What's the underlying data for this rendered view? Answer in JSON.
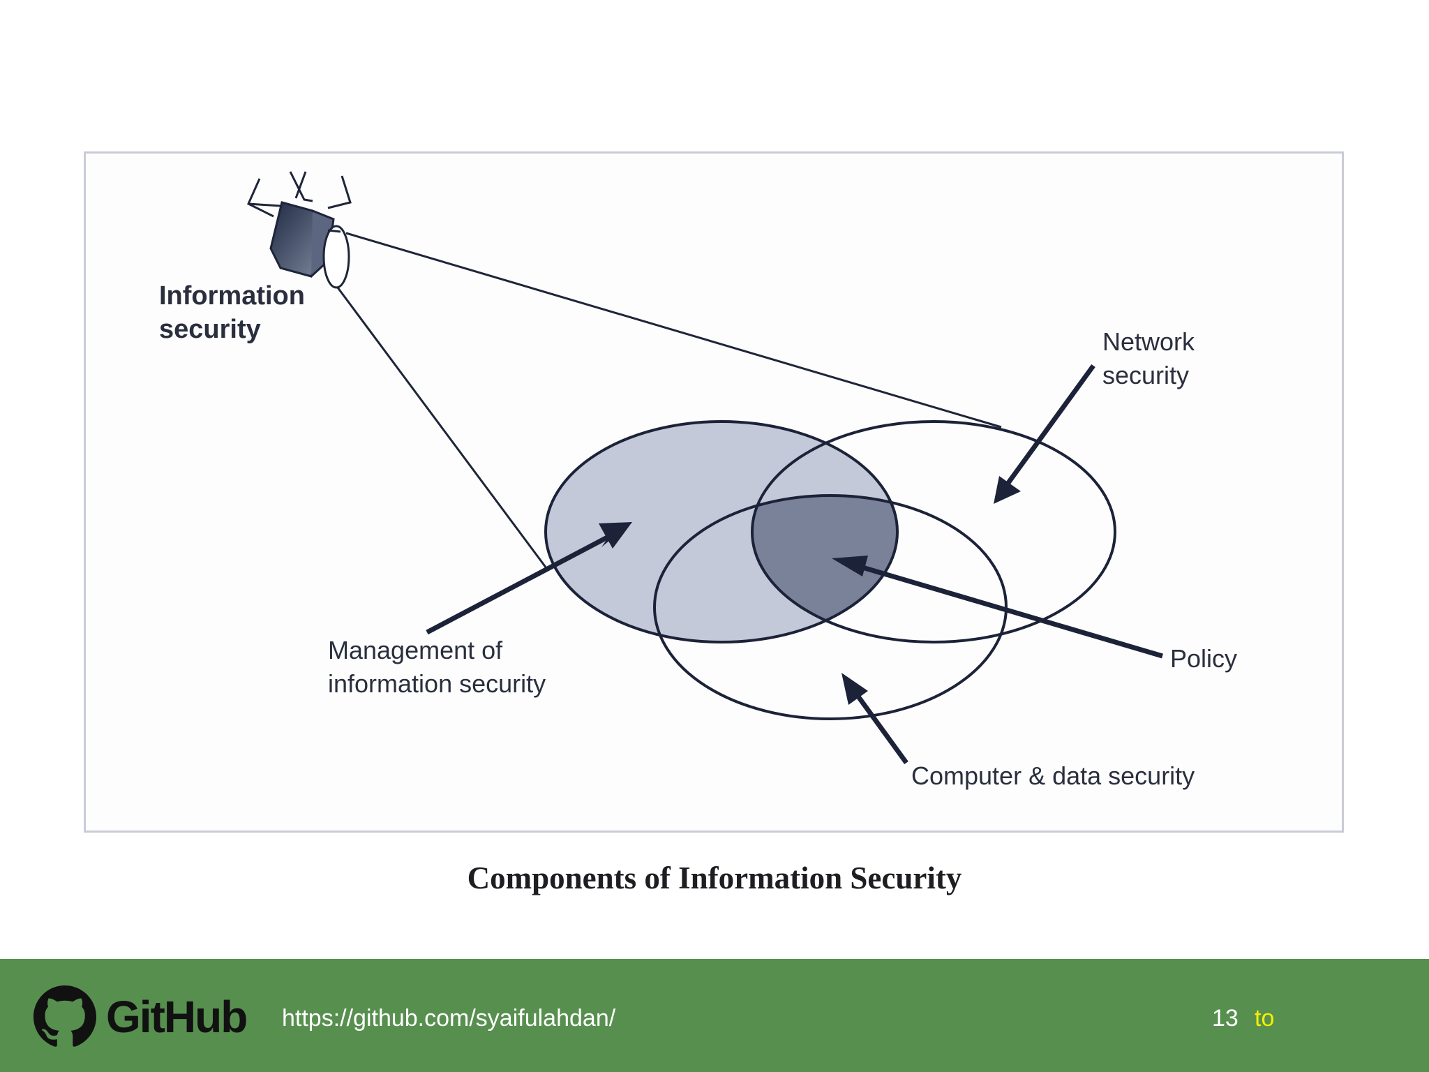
{
  "diagram": {
    "labels": {
      "information_security": [
        "Information",
        "security"
      ],
      "network_security": [
        "Network",
        "security"
      ],
      "management": [
        "Management of",
        "information security"
      ],
      "policy": "Policy",
      "computer_data": "Computer & data security"
    },
    "caption": "Components of Information Security"
  },
  "footer": {
    "logo_text": "GitHub",
    "url": "https://github.com/syaifulahdan/",
    "page_number": "13",
    "page_suffix": "to",
    "colors": {
      "background": "#578f4f",
      "suffix": "#f5f000"
    }
  }
}
